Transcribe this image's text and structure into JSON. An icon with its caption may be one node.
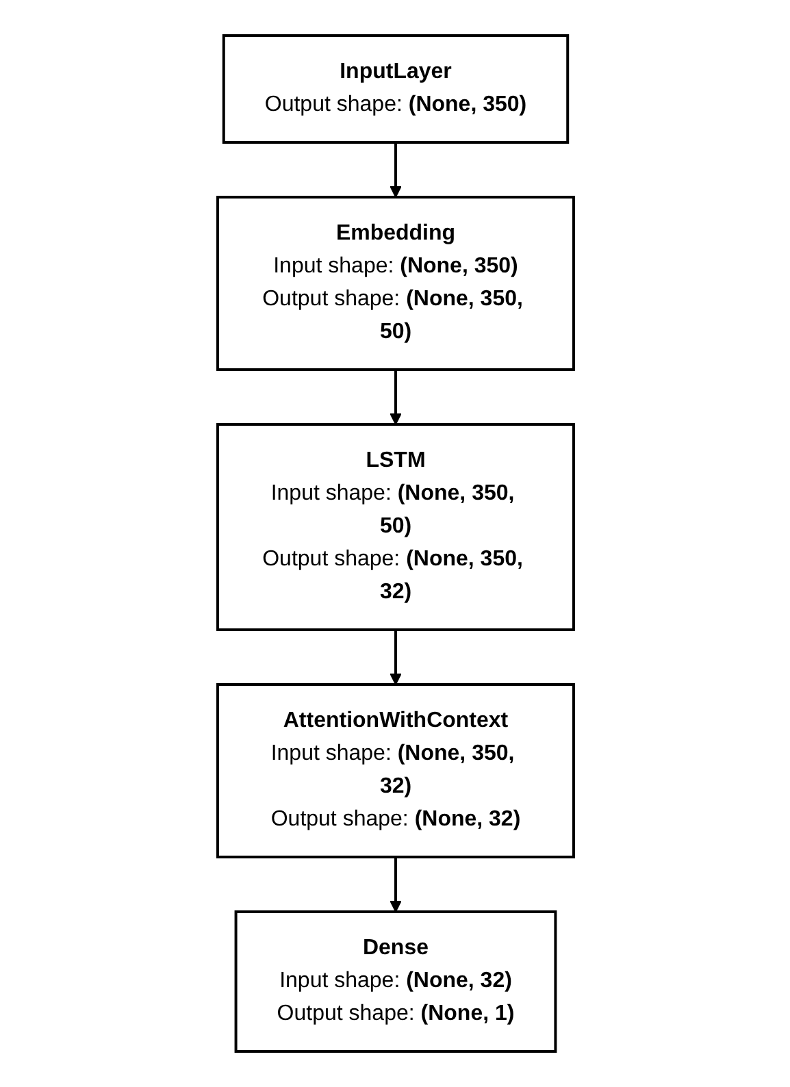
{
  "diagram": {
    "nodes": [
      {
        "text": [
          "InputLayer",
          "Output shape: **(None, 350)**"
        ]
      },
      {
        "text": [
          "Embedding",
          "Input shape: **(None, 350)**",
          "Output shape: **(None, 350, 50)**"
        ]
      },
      {
        "text": [
          "LSTM",
          "Input shape: **(None, 350, 50)**",
          "Output shape: **(None, 350, 32)**"
        ]
      },
      {
        "text": [
          "AttentionWithContext",
          "Input shape: **(None, 350, 32)**",
          "Output shape: **(None, 32)**"
        ]
      },
      {
        "text": [
          "Dense",
          "Input shape: **(None, 32)**",
          "Output shape: **(None, 1)**"
        ]
      }
    ],
    "edges": [
      {
        "from": 0,
        "to": 1,
        "arrow": "to"
      },
      {
        "from": 1,
        "to": 2,
        "arrow": "to"
      },
      {
        "from": 2,
        "to": 3,
        "arrow": "to"
      },
      {
        "from": 3,
        "to": 4,
        "arrow": "to"
      }
    ]
  }
}
